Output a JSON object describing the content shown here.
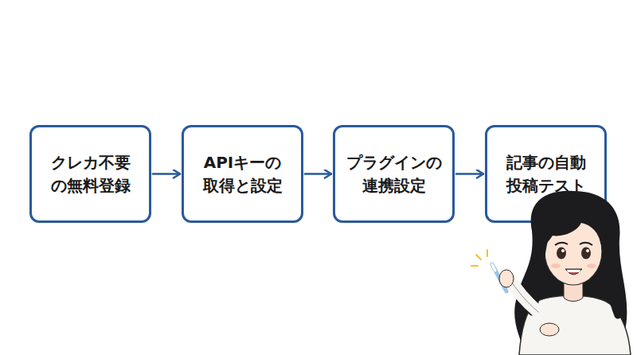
{
  "diagram": {
    "nodes": [
      {
        "text": [
          "クレカ不要 の無料登録"
        ]
      },
      {
        "text": [
          "APIキーの 取得と設定"
        ]
      },
      {
        "text": [
          "プラグインの 連携設定"
        ]
      },
      {
        "text": [
          "記事の自動 投稿テスト"
        ]
      }
    ],
    "edges": [
      {
        "from": 0,
        "to": 1,
        "arrow": "to"
      },
      {
        "from": 1,
        "to": 2,
        "arrow": "to"
      },
      {
        "from": 2,
        "to": 3,
        "arrow": "to"
      }
    ]
  }
}
